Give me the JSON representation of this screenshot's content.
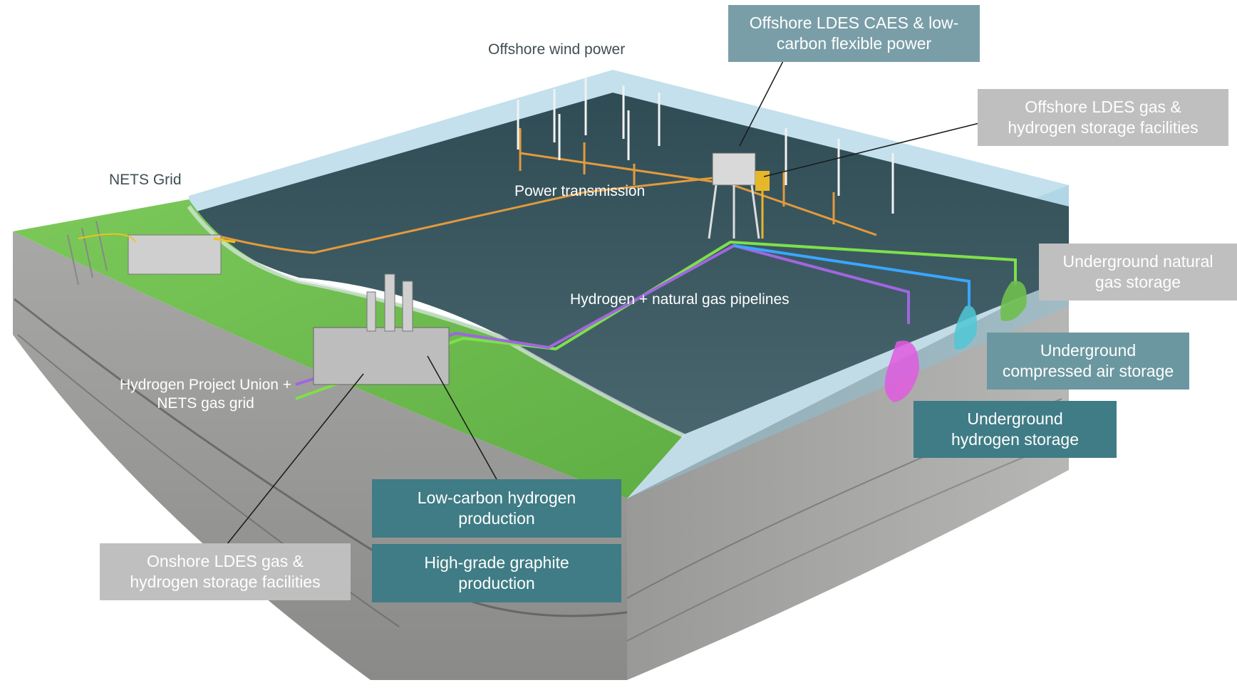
{
  "labels": {
    "offshore_wind": "Offshore wind power",
    "nets_grid": "NETS Grid",
    "power_transmission": "Power transmission",
    "pipelines": "Hydrogen + natural gas pipelines",
    "hydrogen_project_union": "Hydrogen Project Union +\nNETS gas grid"
  },
  "boxes": {
    "offshore_caes": "Offshore LDES CAES & low-\ncarbon flexible power",
    "offshore_gas_storage": "Offshore LDES gas &\nhydrogen storage facilities",
    "underground_natural_gas": "Underground natural\ngas storage",
    "underground_compressed_air": "Underground\ncompressed air storage",
    "underground_hydrogen": "Underground\nhydrogen storage",
    "low_carbon_hydrogen": "Low-carbon hydrogen\nproduction",
    "graphite": "High-grade graphite\nproduction",
    "onshore_gas_storage": "Onshore LDES gas &\nhydrogen storage facilities"
  },
  "colors": {
    "land": "#6fbf4f",
    "sea": "#3f5f68",
    "water_side": "#8ab8cc",
    "rock": "#9c9c9a",
    "pipeline_hydrogen": "#7ee04a",
    "pipeline_gas": "#a066e0",
    "pipeline_air": "#3aa6ff",
    "power_line": "#e39a3c",
    "storage_hydrogen": "#e05ae0",
    "storage_air": "#4fc7d6",
    "storage_gas": "#6fbf4f"
  }
}
